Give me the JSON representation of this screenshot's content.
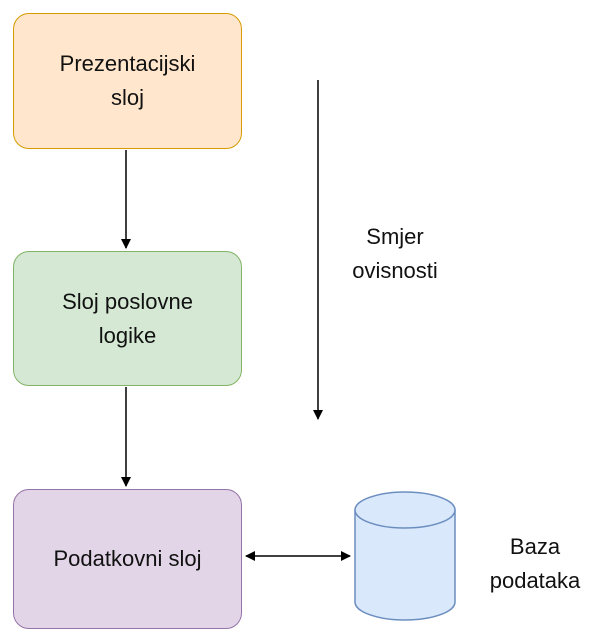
{
  "diagram": {
    "layers": [
      {
        "id": "presentation",
        "lines": [
          "Prezentacijski",
          "sloj"
        ],
        "fill": "#ffe6cc",
        "stroke": "#d79b00"
      },
      {
        "id": "business",
        "lines": [
          "Sloj poslovne",
          "logike"
        ],
        "fill": "#d5e8d4",
        "stroke": "#82b366"
      },
      {
        "id": "data",
        "lines": [
          "Podatkovni sloj"
        ],
        "fill": "#e1d5e7",
        "stroke": "#9673a6"
      }
    ],
    "dependency_label": [
      "Smjer",
      "ovisnosti"
    ],
    "database": {
      "lines": [
        "Baza",
        "podataka"
      ],
      "fill": "#dae8fc",
      "stroke": "#6c8ebf"
    },
    "colors": {
      "arrow": "#000000"
    }
  }
}
